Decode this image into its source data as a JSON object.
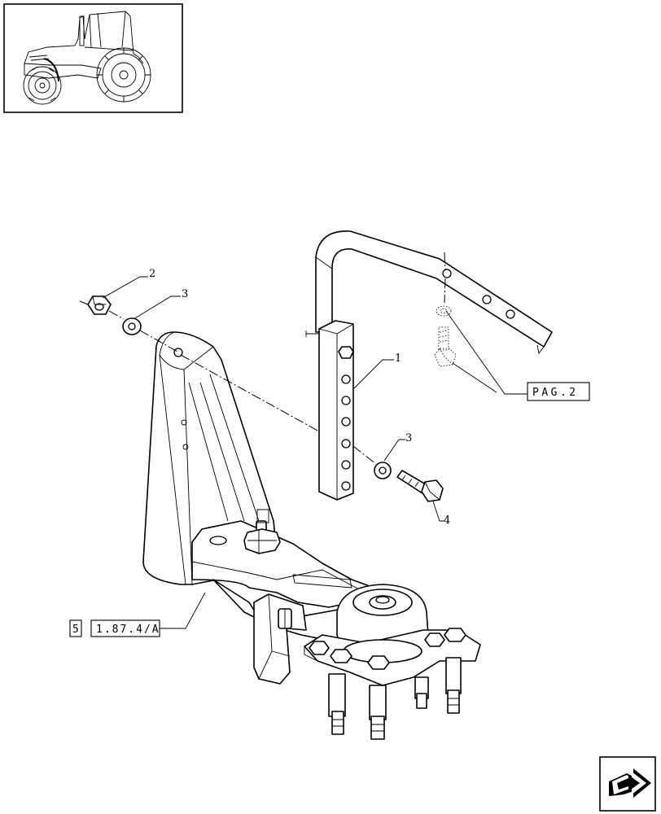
{
  "callouts": {
    "item_1": "1",
    "item_2": "2",
    "item_3_upper": "3",
    "item_3_lower": "3",
    "item_4": "4"
  },
  "references": {
    "page_ref": "PAG.2",
    "table_index": "5",
    "table_code": "1.87.4/A"
  },
  "thumbnail": {
    "icon": "tractor-icon"
  },
  "navigation": {
    "icon": "next-page-arrow-icon"
  }
}
